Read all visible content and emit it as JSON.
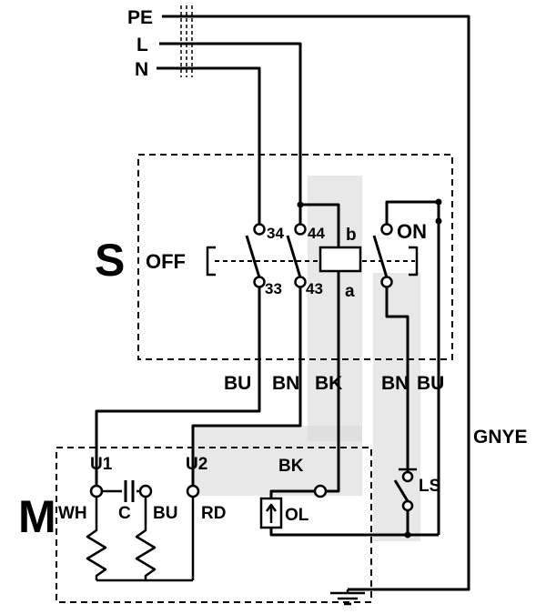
{
  "diagram": {
    "kind": "motor-switch-wiring-schematic",
    "supply": {
      "pe": "PE",
      "l": "L",
      "n": "N"
    },
    "switch_box": {
      "label": "S",
      "off": "OFF",
      "on": "ON",
      "t34": "34",
      "t33": "33",
      "t44": "44",
      "t43": "43",
      "coil_b": "b",
      "coil_a": "a"
    },
    "wires": {
      "bu_left": "BU",
      "bn_left": "BN",
      "bk": "BK",
      "bn_right": "BN",
      "bu_right": "BU",
      "gnye": "GNYE"
    },
    "motor_box": {
      "label": "M",
      "u1": "U1",
      "u2": "U2",
      "wh": "WH",
      "c": "C",
      "bu": "BU",
      "rd": "RD",
      "bk": "BK",
      "ol": "OL",
      "ls": "LS"
    },
    "colors": {
      "line": "#000000",
      "highlight": "#d9d9d9",
      "background": "#ffffff"
    }
  }
}
